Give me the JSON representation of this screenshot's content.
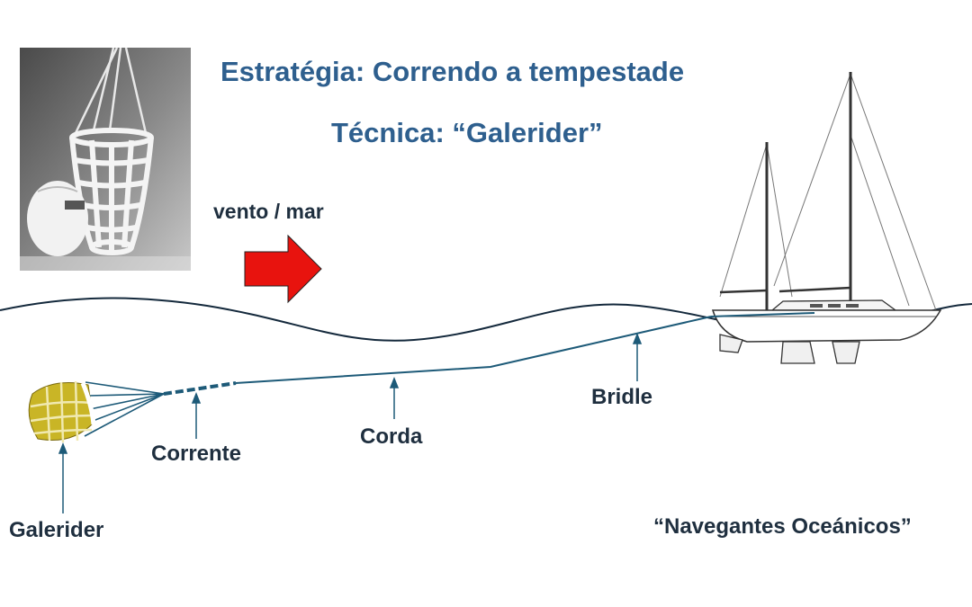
{
  "heading": {
    "strategy": "Estratégia: Correndo a tempestade",
    "technique": "Técnica: “Galerider”"
  },
  "wind_label": "vento / mar",
  "labels": {
    "corrente": "Corrente",
    "corda": "Corda",
    "bridle": "Bridle",
    "galerider": "Galerider"
  },
  "credit": "“Navegantes Oceánicos”",
  "colors": {
    "title": "#2e5f8e",
    "label": "#1f2f3f",
    "line": "#1d5a78",
    "wind_arrow": "#e8130e",
    "drogue": "#c9b526",
    "wave": "#14293c"
  },
  "icons": {
    "photo": "galerider-photo",
    "drogue": "galerider-drogue-icon",
    "boat": "sailboat-ketch-icon",
    "arrow": "wind-arrow-icon"
  }
}
